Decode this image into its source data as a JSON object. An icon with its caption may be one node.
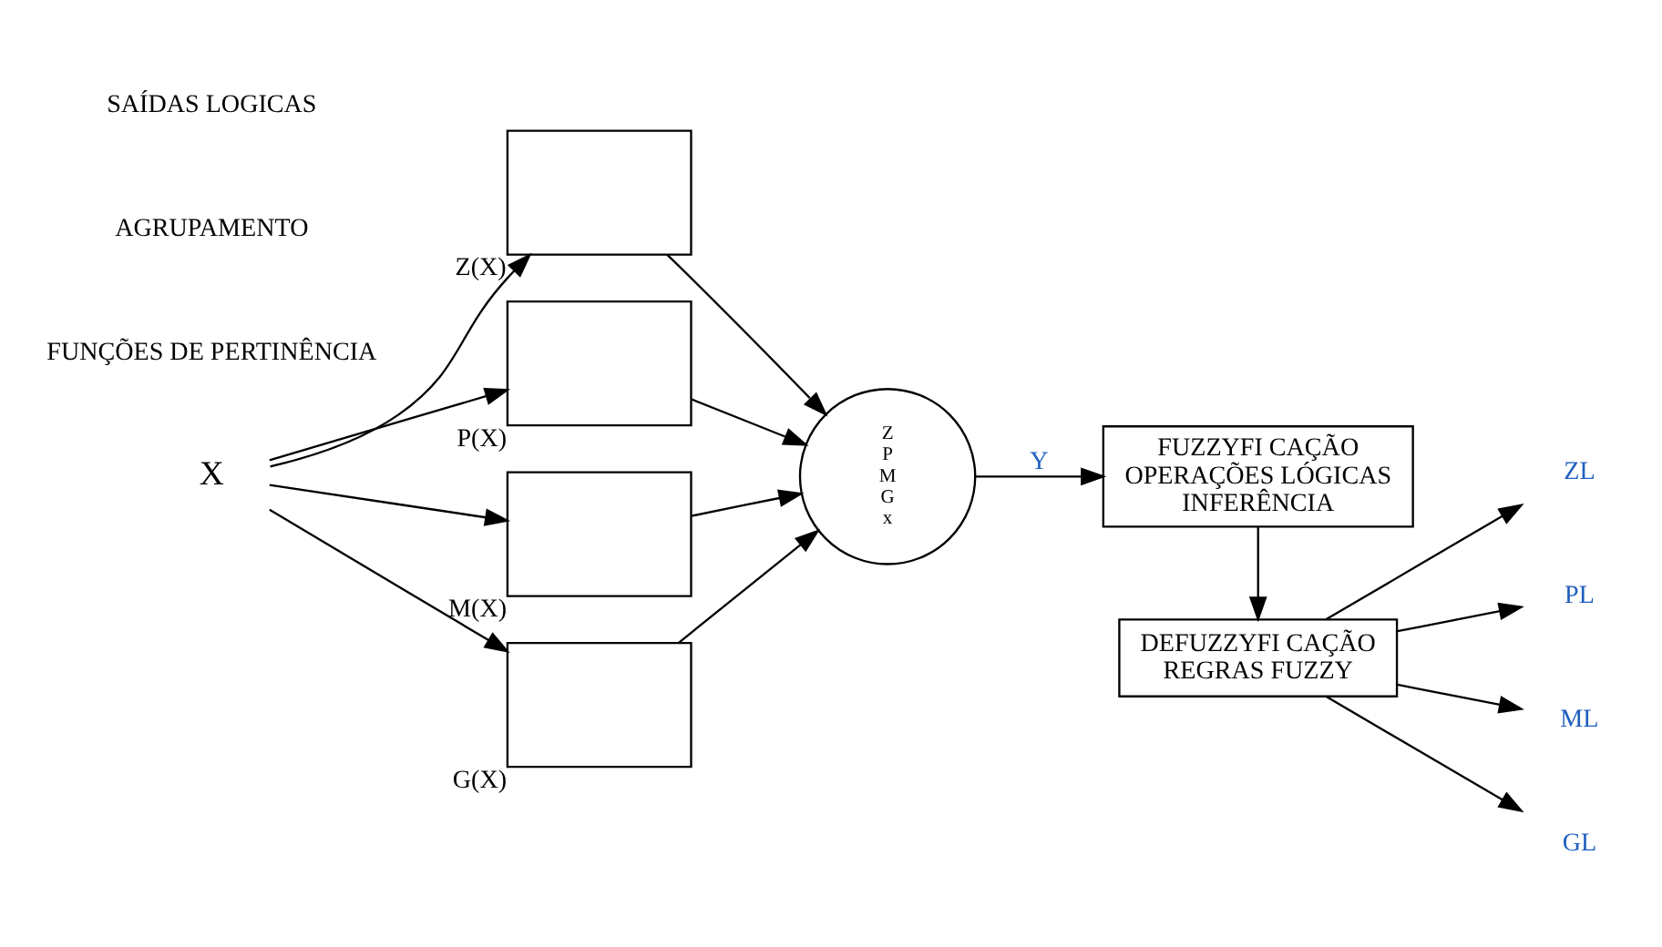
{
  "diagram": {
    "nodes": [
      {
        "text": [
          "X"
        ]
      },
      {
        "text": [],
        "shape": "box",
        "beside": [
          "Z(X)"
        ]
      },
      {
        "text": [],
        "shape": "box",
        "beside": [
          "P(X)"
        ]
      },
      {
        "text": [],
        "shape": "box",
        "beside": [
          "M(X)"
        ]
      },
      {
        "text": [],
        "shape": "box",
        "beside": [
          "G(X)"
        ]
      },
      {
        "text": [
          "Z",
          "P",
          "M",
          "G",
          "x"
        ]
      },
      {
        "text": [
          "FUZZYFI CAÇÃO",
          "OPERAÇÕES LÓGICAS",
          "INFERÊNCIA"
        ]
      },
      {
        "text": [
          "DEFUZZYFI CAÇÃO",
          "REGRAS FUZZY"
        ]
      },
      {
        "text": [
          "ZL"
        ]
      },
      {
        "text": [
          "PL"
        ]
      },
      {
        "text": [
          "ML"
        ]
      },
      {
        "text": [
          "GL"
        ]
      }
    ],
    "edges": [
      {
        "from": 0,
        "to": 1,
        "arrow": "to"
      },
      {
        "from": 0,
        "to": 2,
        "arrow": "to"
      },
      {
        "from": 0,
        "to": 3,
        "arrow": "to"
      },
      {
        "from": 0,
        "to": 4,
        "arrow": "to"
      },
      {
        "from": 1,
        "to": 5,
        "arrow": "to"
      },
      {
        "from": 2,
        "to": 5,
        "arrow": "to"
      },
      {
        "from": 3,
        "to": 5,
        "arrow": "to"
      },
      {
        "from": 4,
        "to": 5,
        "arrow": "to"
      },
      {
        "from": 5,
        "to": 6,
        "arrow": "to",
        "label": "Y"
      },
      {
        "from": 6,
        "to": 7,
        "arrow": "to"
      },
      {
        "from": 7,
        "to": 8,
        "arrow": "to"
      },
      {
        "from": 7,
        "to": 9,
        "arrow": "to"
      },
      {
        "from": 7,
        "to": 10,
        "arrow": "to"
      },
      {
        "from": 7,
        "to": 11,
        "arrow": "to"
      }
    ],
    "labels": [
      "FUNÇÕES DE PERTINÊNCIA",
      "AGRUPAMENTO",
      "SAÍDAS LOGICAS"
    ]
  }
}
